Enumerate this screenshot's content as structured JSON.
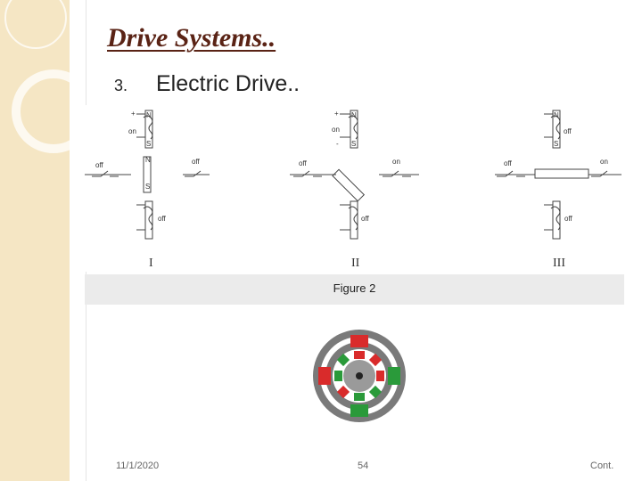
{
  "slide": {
    "title": "Drive Systems..",
    "bullet_number": "3.",
    "bullet_text": "Electric Drive..",
    "footer_date": "11/1/2020",
    "footer_page": "54",
    "footer_right": "Cont."
  },
  "figure": {
    "caption": "Figure 2",
    "panel_labels": [
      "I",
      "II",
      "III"
    ],
    "switch_labels": {
      "panel1": {
        "top": "on",
        "left": "off",
        "right": "off",
        "bottom": "off"
      },
      "panel2": {
        "top": "on",
        "left": "off",
        "right": "on",
        "bottom": "off"
      },
      "panel3": {
        "top": "off",
        "left": "off",
        "right": "on",
        "bottom": "off"
      }
    },
    "pole_labels": {
      "n": "N",
      "s": "S",
      "plus": "+",
      "minus": "-"
    }
  },
  "colors": {
    "title": "#5a2315",
    "sidebar": "#f5e6c4",
    "motor_red": "#d92b2b",
    "motor_green": "#2a9a3a",
    "motor_gray": "#7a7a7a"
  },
  "icons": [
    "stepper-motor-icon",
    "electromagnet-switch-icon"
  ]
}
